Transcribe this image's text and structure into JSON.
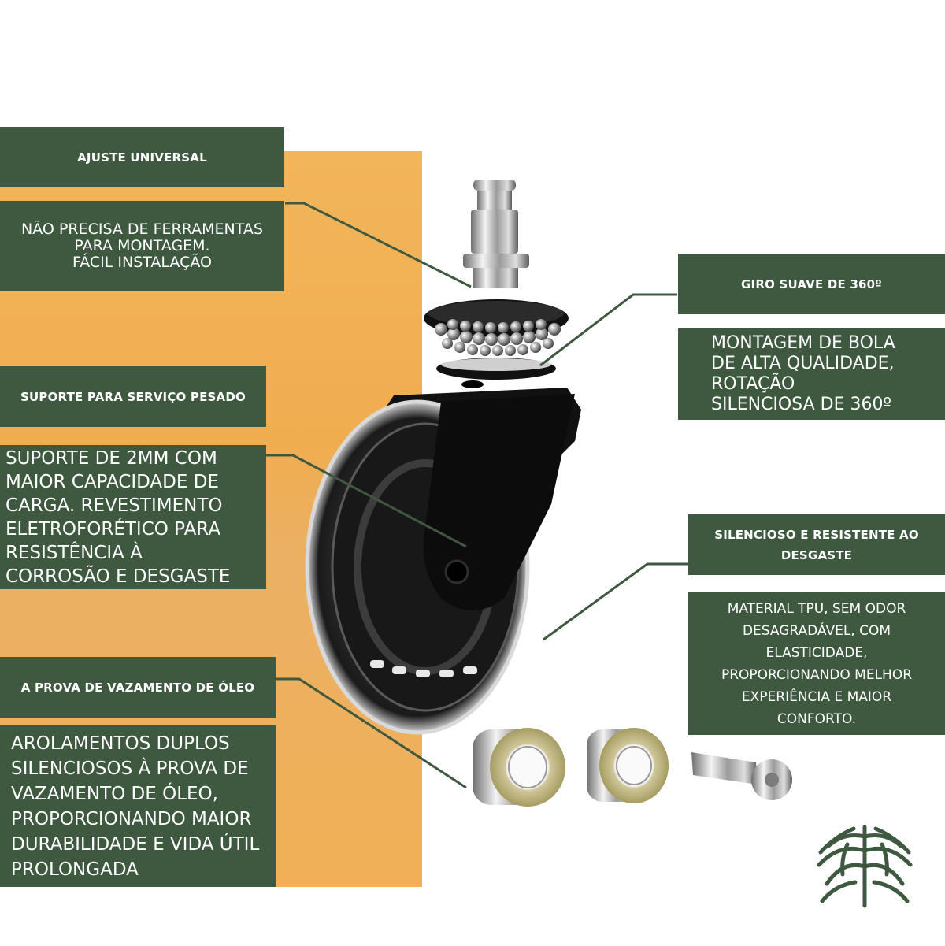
{
  "callouts": {
    "universal": {
      "title": "AJUSTE UNIVERSAL",
      "description": "NÃO PRECISA DE FERRAMENTAS\nPARA MONTAGEM.\nFÁCIL INSTALAÇÃO"
    },
    "swivel": {
      "title": "GIRO SUAVE DE 360º",
      "description": "MONTAGEM DE BOLA\nDE ALTA QUALIDADE,\nROTAÇÃO\nSILENCIOSA DE 360º"
    },
    "heavy_duty": {
      "title": "SUPORTE PARA SERVIÇO PESADO",
      "description": "SUPORTE DE 2MM COM\nMAIOR CAPACIDADE DE\nCARGA. REVESTIMENTO\nELETROFORÉTICO PARA\nRESISTÊNCIA À\nCORROSÃO E DESGASTE"
    },
    "silent": {
      "title": "SILENCIOSO E RESISTENTE AO\nDESGASTE",
      "description": "MATERIAL TPU, SEM ODOR\nDESAGRADÁVEL, COM\nELASTICIDADE,\nPROPORCIONANDO MELHOR\nEXPERIÊNCIA E MAIOR\nCONFORTO."
    },
    "oil_proof": {
      "title": "A PROVA DE VAZAMENTO DE ÓLEO",
      "description": "AROLAMENTOS DUPLOS\nSILENCIOSOS À PROVA DE\nVAZAMENTO DE ÓLEO,\nPROPORCIONANDO MAIOR\nDURABILIDADE E VIDA ÚTIL\nPROLONGADA"
    }
  },
  "colors": {
    "box_green": "#3e5940",
    "orange_panel": "#f1b056",
    "logo_green": "#3e5940",
    "caster_black": "#111111"
  },
  "icons": {
    "logo": "tree-logo-icon"
  }
}
